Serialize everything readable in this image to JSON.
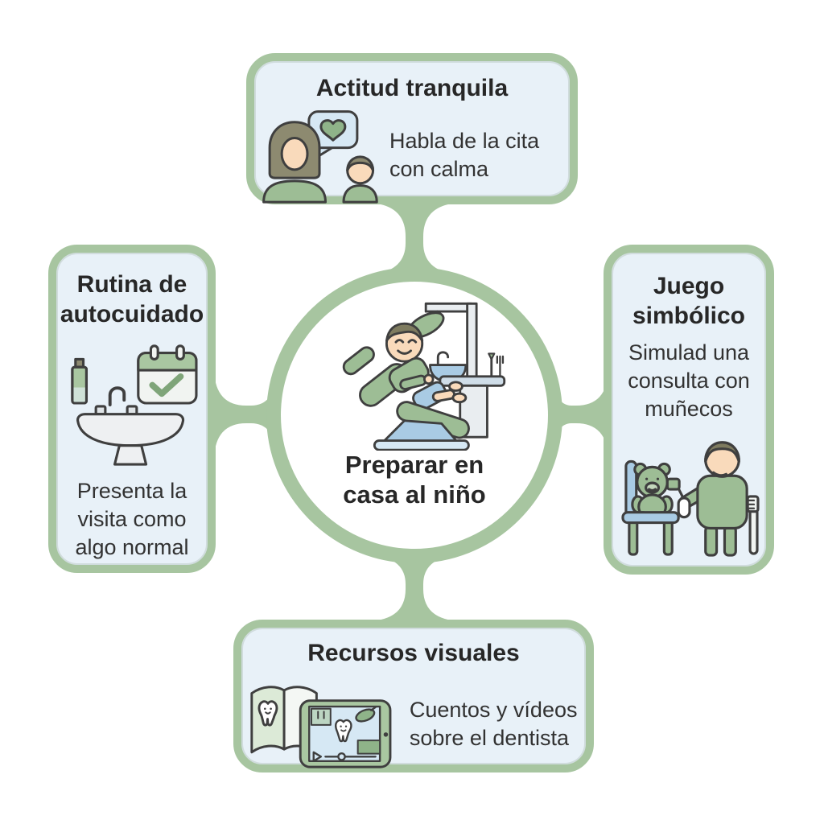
{
  "diagram": {
    "colors": {
      "accent_green": "#a7c5a0",
      "node_fill": "#e8f1f8",
      "text": "#2d2d2d",
      "illustration_blue": "#a9cbe4",
      "illustration_green": "#9dbd95"
    },
    "center": {
      "title": "Preparar en casa al niño",
      "icon": "dental-chair-child-icon"
    },
    "top": {
      "title": "Actitud tranquila",
      "body": "Habla de la cita con calma",
      "icon": "parent-child-talk-icon"
    },
    "left": {
      "title": "Rutina de autocuidado",
      "body": "Presenta la visita como algo normal",
      "icon": "sink-toothpaste-calendar-icon"
    },
    "right": {
      "title": "Juego simbólico",
      "body": "Simulad una consulta con muñecos",
      "icon": "teddy-bear-dentist-play-icon"
    },
    "bottom": {
      "title": "Recursos visuales",
      "body": "Cuentos y vídeos sobre el dentista",
      "icon": "book-tablet-video-icon"
    }
  }
}
